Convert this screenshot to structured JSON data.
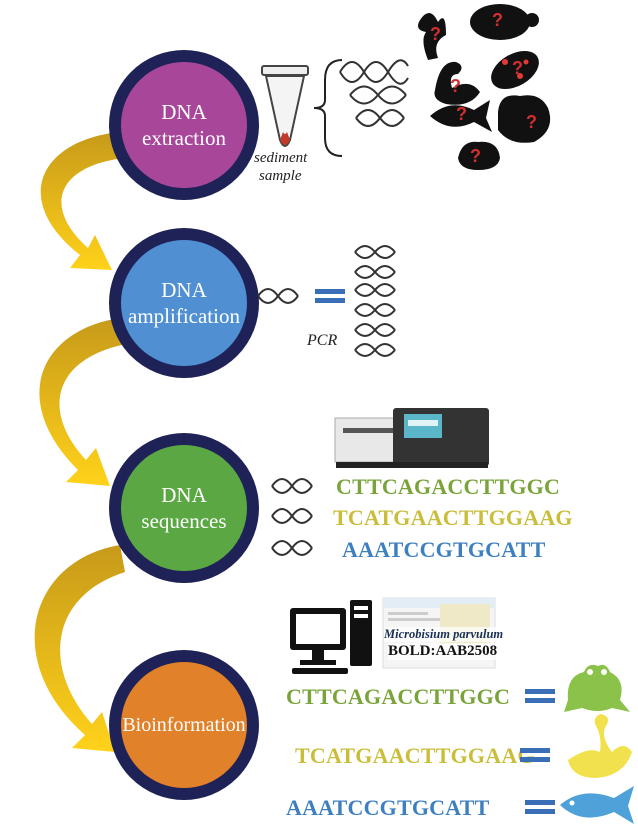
{
  "steps": [
    {
      "label": "DNA\nextraction",
      "color": "#a8479a"
    },
    {
      "label": "DNA\namplification",
      "color": "#4f8fd2"
    },
    {
      "label": "DNA\nsequences",
      "color": "#5aa743"
    },
    {
      "label": "Bioinformation",
      "color": "#e1812a"
    }
  ],
  "labels": {
    "sediment": "sediment",
    "sample": "sample",
    "pcr": "PCR"
  },
  "sequences": [
    {
      "text": "CTTCAGACCTTGGC",
      "color": "#7aa33a"
    },
    {
      "text": "TCATGAACTTGGAAG",
      "color": "#c9bd3a"
    },
    {
      "text": "AAATCCGTGCATT",
      "color": "#3e7fc0"
    }
  ],
  "bio_sequences": [
    {
      "text": "CTTCAGACCTTGGC",
      "color": "#7aa33a"
    },
    {
      "text": "TCATGAACTTGGAAG",
      "color": "#c9bd3a"
    },
    {
      "text": "AAATCCGTGCATT",
      "color": "#3e7fc0"
    }
  ],
  "database": {
    "species": "Microbisium parvulum",
    "bin": "BOLD:AAB2508"
  },
  "colors": {
    "arrow": "#f2c100",
    "ring": "#1f2257",
    "equals": "#3a6fb8",
    "frog": "#8bc34a",
    "swan": "#f1e24d",
    "fish": "#4ea2d9"
  }
}
